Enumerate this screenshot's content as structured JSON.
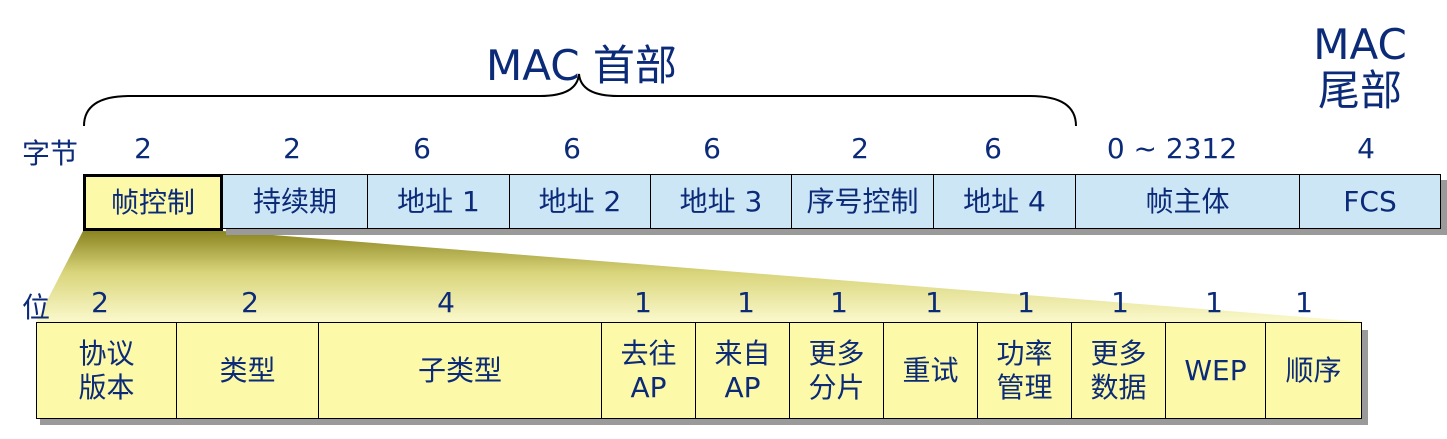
{
  "header_title": "MAC 首部",
  "trailer_title": [
    "MAC",
    "尾部"
  ],
  "bytes_label": "字节",
  "byte_sizes": [
    "2",
    "2",
    "6",
    "6",
    "6",
    "2",
    "6",
    "0 ~ 2312",
    "4"
  ],
  "frame_fields": [
    "帧控制",
    "持续期",
    "地址 1",
    "地址 2",
    "地址 3",
    "序号控制",
    "地址 4",
    "帧主体",
    "FCS"
  ],
  "bits_label": "位",
  "bit_sizes": [
    "2",
    "2",
    "4",
    "1",
    "1",
    "1",
    "1",
    "1",
    "1",
    "1",
    "1"
  ],
  "control_fields": [
    [
      "协议",
      "版本"
    ],
    [
      "类型"
    ],
    [
      "子类型"
    ],
    [
      "去往",
      "AP"
    ],
    [
      "来自",
      "AP"
    ],
    [
      "更多",
      "分片"
    ],
    [
      "重试"
    ],
    [
      "功率",
      "管理"
    ],
    [
      "更多",
      "数据"
    ],
    [
      "WEP"
    ],
    [
      "顺序"
    ]
  ],
  "colors": {
    "text": "#0b2a78",
    "frame_fill": "#cce6f6",
    "control_fill": "#fcf9a8"
  }
}
